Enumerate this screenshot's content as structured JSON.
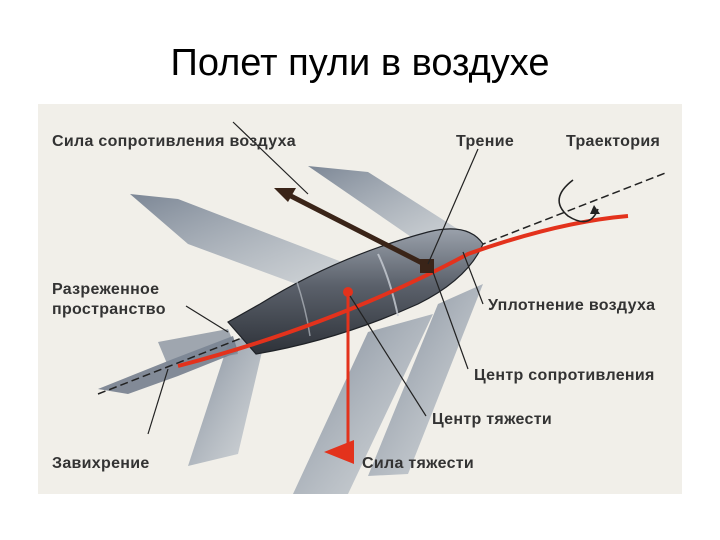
{
  "slide": {
    "title": "Полет пули в воздухе"
  },
  "labels": {
    "air_resistance": "Сила сопротивления воздуха",
    "friction": "Трение",
    "trajectory": "Траектория",
    "rarefied_line1": "Разреженное",
    "rarefied_line2": "пространство",
    "air_compression": "Уплотнение воздуха",
    "center_resistance": "Центр сопротивления",
    "center_gravity": "Центр тяжести",
    "vortex": "Завихрение",
    "gravity": "Сила тяжести"
  },
  "colors": {
    "background_panel": "#f1efe9",
    "trajectory": "#e3321c",
    "resistance_arrow": "#3a2418",
    "bullet": "#5a606a",
    "shockwave": "#8a96a6",
    "label_text": "#333333"
  }
}
